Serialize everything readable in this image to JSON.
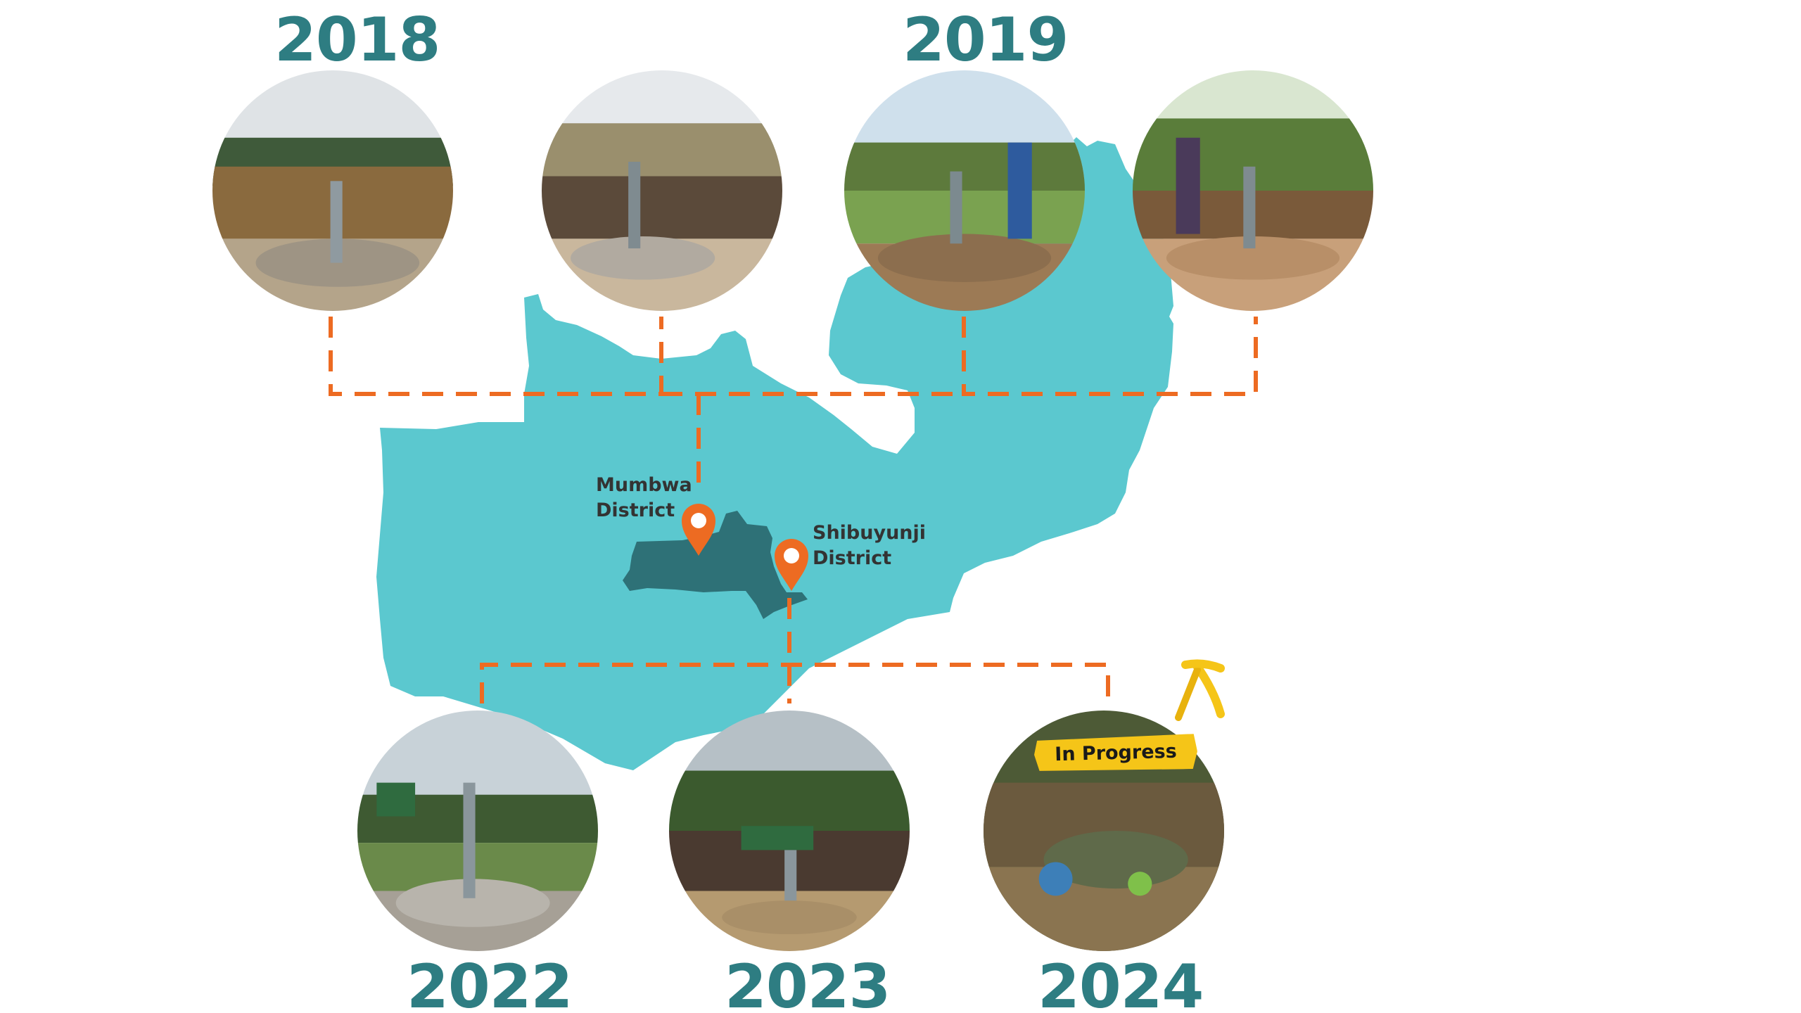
{
  "timeline": {
    "years": {
      "y2018": "2018",
      "y2019": "2019",
      "y2022": "2022",
      "y2023": "2023",
      "y2024": "2024"
    },
    "status_badge": "In Progress"
  },
  "map": {
    "districts": {
      "mumbwa": {
        "line1": "Mumbwa",
        "line2": "District"
      },
      "shibuyunji": {
        "line1": "Shibuyunji",
        "line2": "District"
      }
    },
    "colors": {
      "country": "#5bc8cf",
      "district": "#2e7177",
      "connector": "#ed6b22",
      "pin": "#ed6b22",
      "year_text": "#2e7d82"
    }
  }
}
